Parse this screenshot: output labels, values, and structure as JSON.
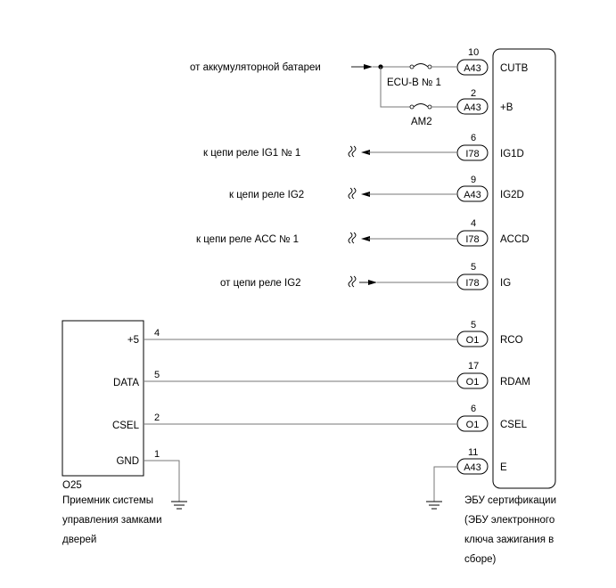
{
  "battery_source": "от аккумуляторной батареи",
  "fuse_ecu_b": "ECU-B № 1",
  "fuse_am2": "AM2",
  "left_labels": [
    "к цепи реле IG1 № 1",
    "к цепи реле IG2",
    "к цепи реле ACC № 1",
    "от цепи реле IG2"
  ],
  "ecu": {
    "pins": [
      {
        "num": "10",
        "conn": "A43",
        "name": "CUTB"
      },
      {
        "num": "2",
        "conn": "A43",
        "name": "+B"
      },
      {
        "num": "6",
        "conn": "I78",
        "name": "IG1D"
      },
      {
        "num": "9",
        "conn": "A43",
        "name": "IG2D"
      },
      {
        "num": "4",
        "conn": "I78",
        "name": "ACCD"
      },
      {
        "num": "5",
        "conn": "I78",
        "name": "IG"
      },
      {
        "num": "5",
        "conn": "O1",
        "name": "RCO"
      },
      {
        "num": "17",
        "conn": "O1",
        "name": "RDAM"
      },
      {
        "num": "6",
        "conn": "O1",
        "name": "CSEL"
      },
      {
        "num": "11",
        "conn": "A43",
        "name": "E"
      }
    ],
    "caption": [
      "ЭБУ сертификации",
      "(ЭБУ электронного",
      "ключа зажигания в",
      "сборе)"
    ]
  },
  "receiver": {
    "code": "O25",
    "caption": [
      "Приемник системы",
      "управления замками",
      "дверей"
    ],
    "pins": [
      {
        "name": "+5",
        "num": "4"
      },
      {
        "name": "DATA",
        "num": "5"
      },
      {
        "name": "CSEL",
        "num": "2"
      },
      {
        "name": "GND",
        "num": "1"
      }
    ]
  }
}
